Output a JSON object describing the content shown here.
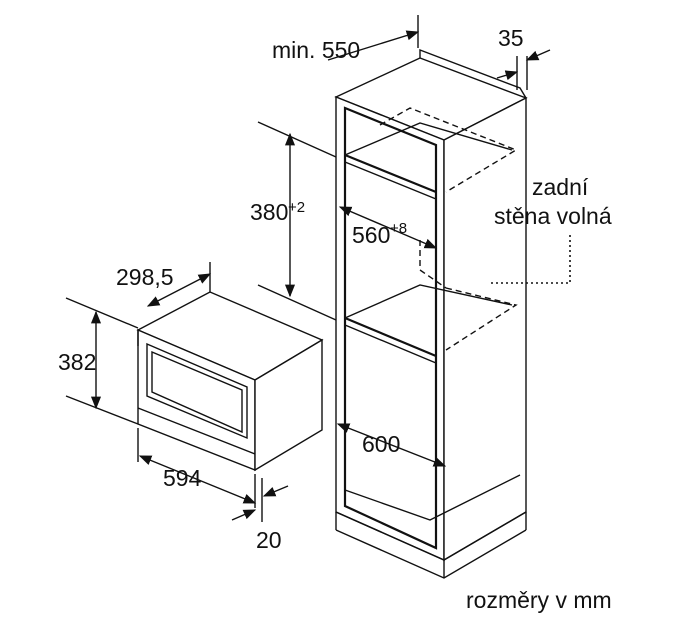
{
  "dimensions": {
    "min_depth": "min. 550",
    "frame": "35",
    "height_main": "380",
    "height_tol": "+2",
    "width_main": "560",
    "width_tol": "+8",
    "inner_depth": "600",
    "oven_height": "382",
    "oven_depth": "298,5",
    "oven_width": "594",
    "panel": "20"
  },
  "notes": {
    "rear_wall_line1": "zadní",
    "rear_wall_line2": "stěna volná",
    "units": "rozměry v mm"
  }
}
